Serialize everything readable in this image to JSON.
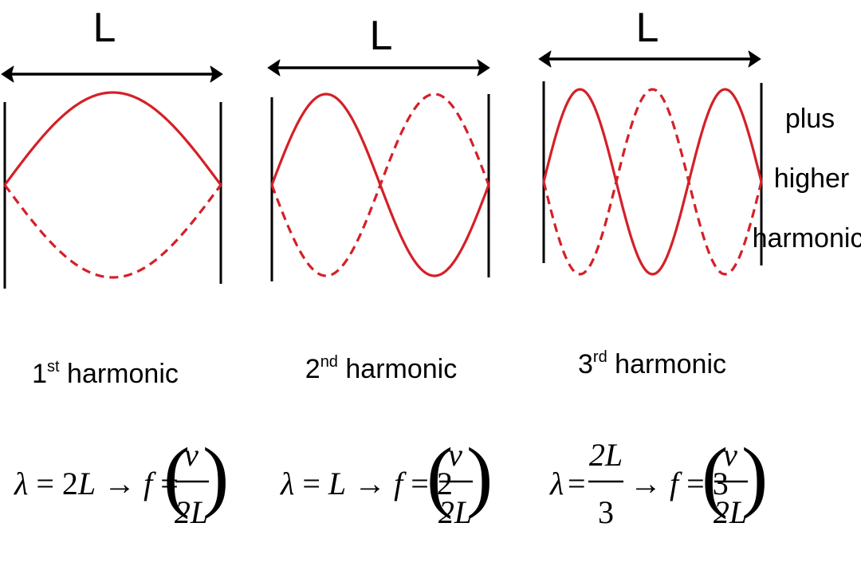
{
  "length_label": "L",
  "side_note": {
    "lines": [
      "plus",
      "higher",
      "harmonics"
    ]
  },
  "panels": [
    {
      "mode": 1,
      "label": {
        "num": "1",
        "sup": "st",
        "text": " harmonic"
      },
      "formula": {
        "lambda": "λ = 2L → f =",
        "mult": ""
      }
    },
    {
      "mode": 2,
      "label": {
        "num": "2",
        "sup": "nd",
        "text": " harmonic"
      },
      "formula": {
        "lambda": "λ = L → f = 2",
        "mult": "2"
      }
    },
    {
      "mode": 3,
      "label": {
        "num": "3",
        "sup": "rd",
        "text": " harmonic"
      },
      "formula": {
        "lambda_num": "2L",
        "lambda_den": "3",
        "mult": "3"
      }
    }
  ],
  "fraction": {
    "num": "v",
    "den": "2L"
  },
  "colors": {
    "wave": "#d42027",
    "ink": "#000000"
  }
}
